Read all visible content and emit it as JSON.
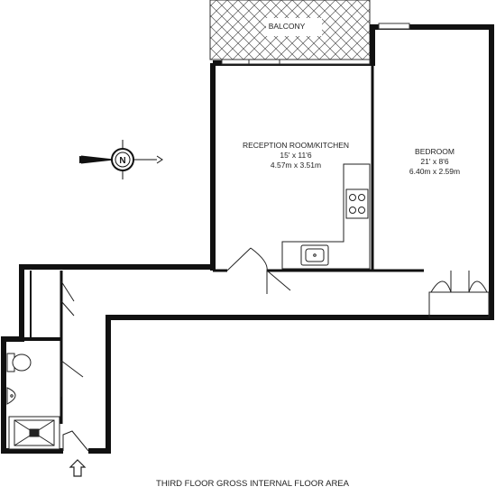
{
  "rooms": {
    "balcony": {
      "name": "BALCONY"
    },
    "reception": {
      "name": "RECEPTION ROOM/KITCHEN",
      "imperial": "15' x 11'6",
      "metric": "4.57m x 3.51m"
    },
    "bedroom": {
      "name": "BEDROOM",
      "imperial": "21' x 8'6",
      "metric": "6.40m x 2.59m"
    }
  },
  "compass": {
    "letter": "N"
  },
  "footer": {
    "caption": "THIRD FLOOR GROSS INTERNAL FLOOR AREA"
  },
  "colors": {
    "wall": "#111111",
    "line": "#333333",
    "hatch": "#555555",
    "background": "#ffffff"
  },
  "icons": [
    "compass-icon",
    "entrance-arrow-icon",
    "hob-icon",
    "sink-icon",
    "toilet-icon",
    "basin-icon",
    "shower-tray-icon"
  ]
}
